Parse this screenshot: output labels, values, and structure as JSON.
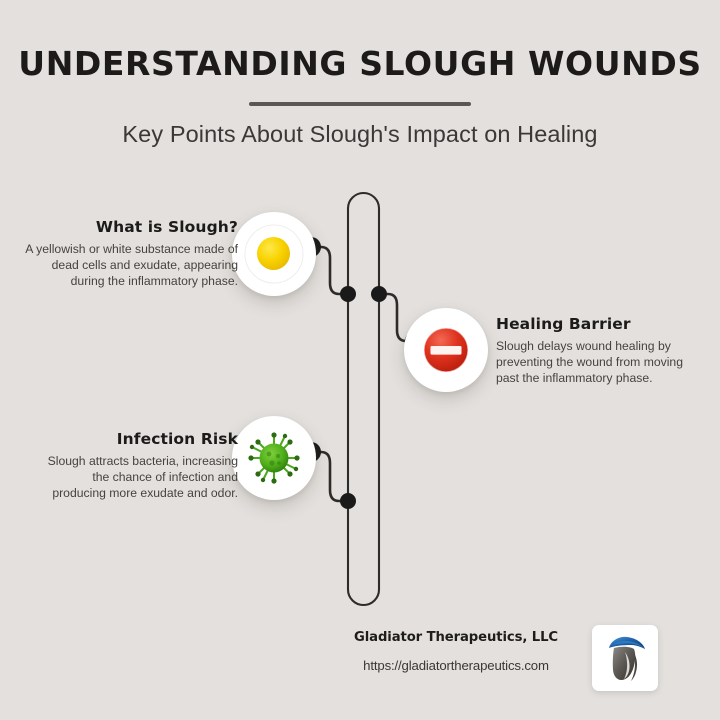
{
  "header": {
    "title": "UNDERSTANDING SLOUGH WOUNDS",
    "subtitle": "Key Points About Slough's Impact on Healing"
  },
  "theme": {
    "background": "#e3e0dd",
    "title_color": "#1c1b1a",
    "body_color": "#46433f",
    "rail_color": "#2e2c2a",
    "node_color": "#1a1a1a",
    "divider_color": "#5a5755",
    "egg_yolk_color": "#f5d000",
    "stop_sign_color": "#d82b1e",
    "germ_color": "#4aa81c",
    "logo_crest_color": "#1f5fa8"
  },
  "points": [
    {
      "id": "what-is-slough",
      "heading": "What is Slough?",
      "body": "A yellowish or white substance made of dead cells and exudate, appearing during the inflammatory phase.",
      "icon": "fried-egg-icon",
      "side": "left"
    },
    {
      "id": "healing-barrier",
      "heading": "Healing Barrier",
      "body": "Slough delays wound healing by preventing the wound from moving past the inflammatory phase.",
      "icon": "no-entry-icon",
      "side": "right"
    },
    {
      "id": "infection-risk",
      "heading": "Infection Risk",
      "body": "Slough attracts bacteria, increasing the chance of infection and producing more exudate and odor.",
      "icon": "microbe-icon",
      "side": "left"
    }
  ],
  "footer": {
    "company": "Gladiator Therapeutics, LLC",
    "url": "https://gladiatortherapeutics.com",
    "logo": "gladiator-helmet-logo"
  }
}
